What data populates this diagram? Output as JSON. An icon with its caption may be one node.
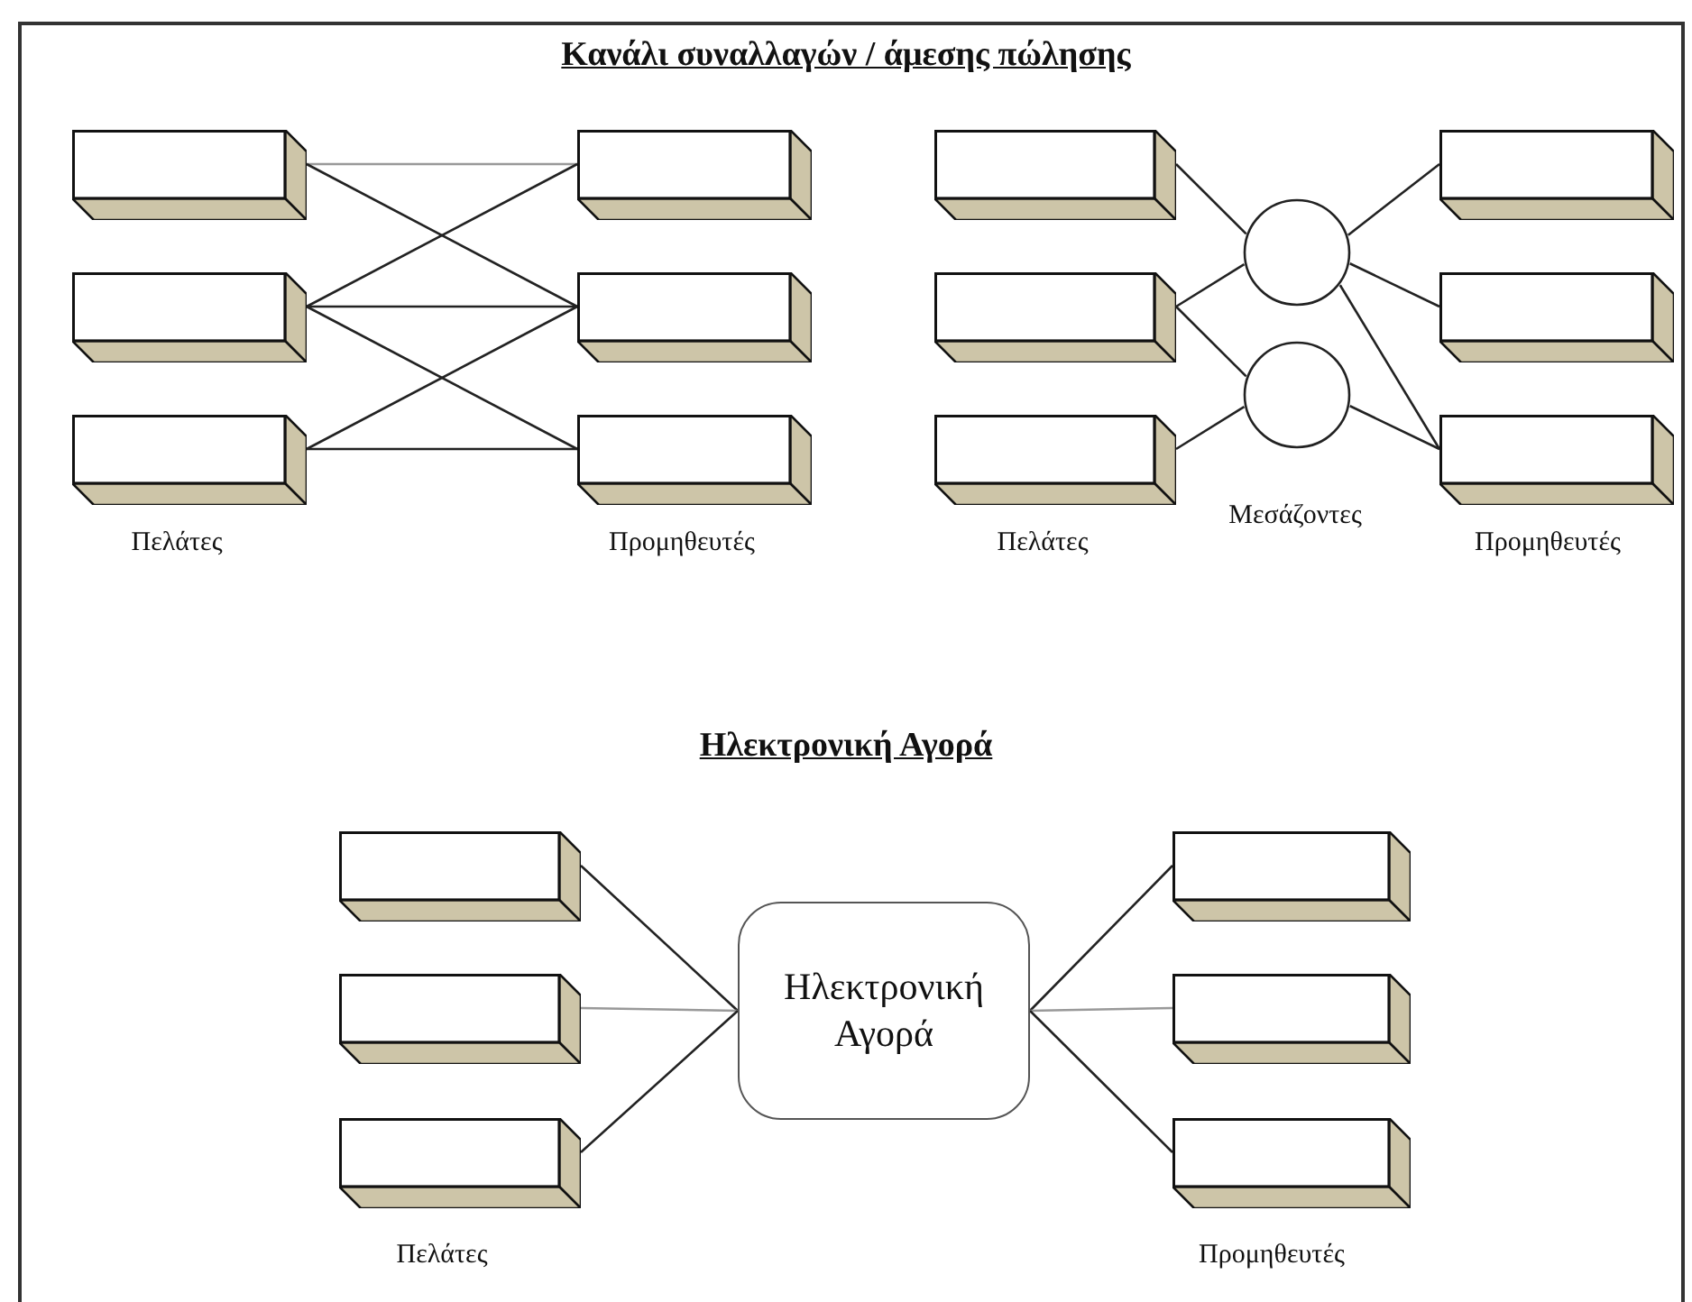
{
  "diagram": {
    "title": "Κανάλι συναλλαγών / άμεσης πώλησης",
    "nodes": [
      {
        "text": [],
        "shape": "box"
      },
      {
        "text": [],
        "shape": "box"
      },
      {
        "text": [],
        "shape": "box"
      },
      {
        "text": [],
        "shape": "box"
      },
      {
        "text": [],
        "shape": "box"
      },
      {
        "text": [],
        "shape": "box"
      },
      {
        "text": [],
        "shape": "box"
      },
      {
        "text": [],
        "shape": "box"
      },
      {
        "text": [],
        "shape": "box"
      },
      {
        "text": [],
        "shape": "circle"
      },
      {
        "text": [],
        "shape": "circle"
      },
      {
        "text": [],
        "shape": "box"
      },
      {
        "text": [],
        "shape": "box"
      },
      {
        "text": [],
        "shape": "box"
      },
      {
        "text": [],
        "shape": "box"
      },
      {
        "text": [],
        "shape": "box"
      },
      {
        "text": [],
        "shape": "box"
      },
      {
        "text": [
          "Ηλεκτρονική Αγορά"
        ]
      },
      {
        "text": [],
        "shape": "box"
      },
      {
        "text": [],
        "shape": "box"
      },
      {
        "text": [],
        "shape": "box"
      }
    ],
    "edges": [
      {
        "from": 0,
        "to": 3,
        "arrow": "none",
        "color": "#999999"
      },
      {
        "from": 0,
        "to": 4,
        "arrow": "none"
      },
      {
        "from": 1,
        "to": 3,
        "arrow": "none"
      },
      {
        "from": 1,
        "to": 4,
        "arrow": "none"
      },
      {
        "from": 1,
        "to": 5,
        "arrow": "none"
      },
      {
        "from": 2,
        "to": 4,
        "arrow": "none"
      },
      {
        "from": 2,
        "to": 5,
        "arrow": "none"
      },
      {
        "from": 6,
        "to": 9,
        "arrow": "none"
      },
      {
        "from": 7,
        "to": 9,
        "arrow": "none"
      },
      {
        "from": 7,
        "to": 10,
        "arrow": "none"
      },
      {
        "from": 8,
        "to": 10,
        "arrow": "none"
      },
      {
        "from": 9,
        "to": 11,
        "arrow": "none"
      },
      {
        "from": 9,
        "to": 12,
        "arrow": "none"
      },
      {
        "from": 9,
        "to": 13,
        "arrow": "none"
      },
      {
        "from": 10,
        "to": 13,
        "arrow": "none"
      },
      {
        "from": 14,
        "to": 17,
        "arrow": "none"
      },
      {
        "from": 15,
        "to": 17,
        "arrow": "none",
        "color": "#999999"
      },
      {
        "from": 16,
        "to": 17,
        "arrow": "none"
      },
      {
        "from": 17,
        "to": 18,
        "arrow": "none"
      },
      {
        "from": 17,
        "to": 19,
        "arrow": "none",
        "color": "#999999"
      },
      {
        "from": 17,
        "to": 20,
        "arrow": "none"
      }
    ],
    "labels": [
      "Πελάτες",
      "Προμηθευτές",
      "Πελάτες",
      "Μεσάζοντες",
      "Προμηθευτές",
      "Ηλεκτρονική Αγορά",
      "Πελάτες",
      "Προμηθευτές"
    ]
  }
}
